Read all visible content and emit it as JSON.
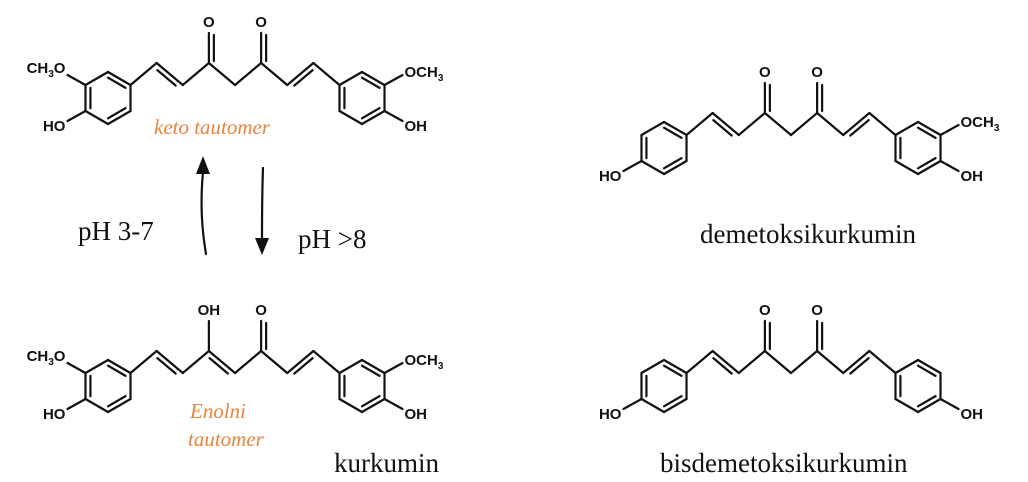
{
  "structures": [
    {
      "id": "keto",
      "labels": {
        "left_sub": "CH3O",
        "right_sub": "OCH3",
        "left_oh": "HO",
        "right_oh": "OH",
        "o1": "O",
        "o2": "O"
      }
    },
    {
      "id": "enol",
      "labels": {
        "left_sub": "CH3O",
        "right_sub": "OCH3",
        "left_oh": "HO",
        "right_oh": "OH",
        "o1": "OH",
        "o2": "O"
      }
    },
    {
      "id": "demetoksi",
      "labels": {
        "left_oh": "HO",
        "right_sub": "OCH3",
        "right_oh": "OH",
        "o1": "O",
        "o2": "O"
      }
    },
    {
      "id": "bisdemetoksi",
      "labels": {
        "left_oh": "HO",
        "right_oh": "OH",
        "o1": "O",
        "o2": "O"
      }
    }
  ],
  "captions": {
    "keto_tautomer": "keto tautomer",
    "enol_line1": "Enolni",
    "enol_line2": "tautomer",
    "kurkumin": "kurkumin",
    "demetoksi": "demetoksikurkumin",
    "bisdemetoksi": "bisdemetoksikurkumin"
  },
  "arrows": {
    "up_label": "pH 3-7",
    "down_label": "pH >8"
  },
  "colors": {
    "text": "#111111",
    "tautomer_label": "#e8843e",
    "background": "#ffffff"
  }
}
